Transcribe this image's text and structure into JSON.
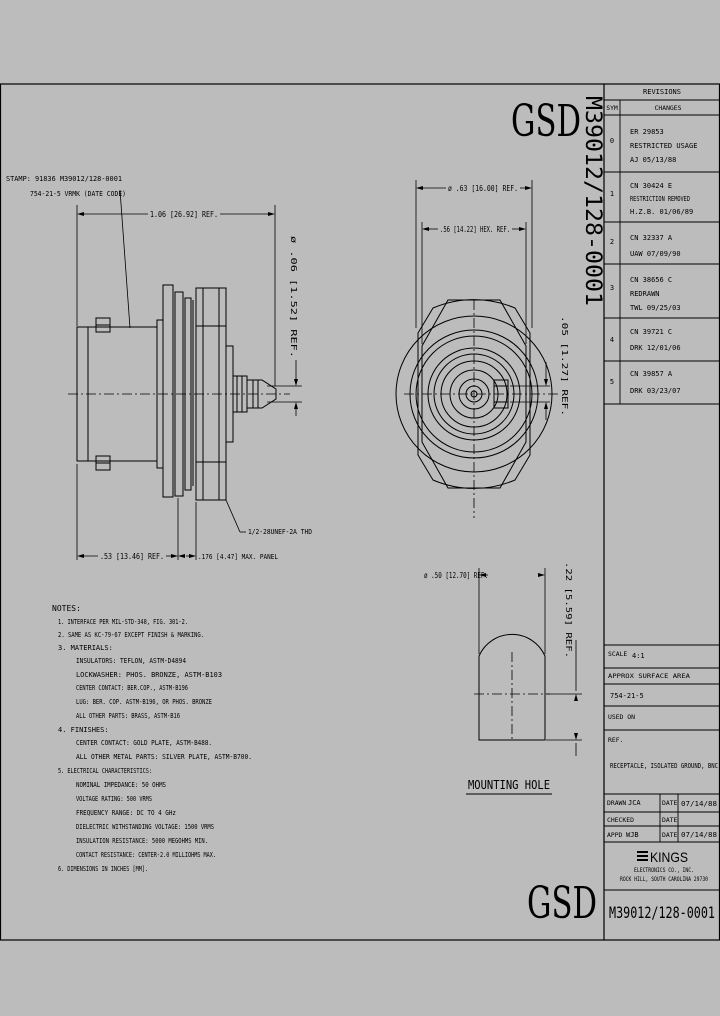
{
  "logo": {
    "top": "GSD",
    "bottom": "GSD"
  },
  "part_number": "M39012/128-0001",
  "stamp": {
    "line1": "STAMP: 91836 M39012/128-0001",
    "line2": "754-21-5 VRMK (DATE CODE)"
  },
  "dims": {
    "length": "1.06 [26.92] REF.",
    "pin_dia": "ø .06 [1.52] REF.",
    "thread": "1/2-28UNEF-2A THD",
    "depth": ".53 [13.46] REF.",
    "panel": ".176 [4.47] MAX. PANEL",
    "flange_dia": "ø .63 [16.00] REF.",
    "hex": ".56 [14.22] HEX. REF.",
    "side": ".05 [1.27] REF.",
    "hole_dia": "ø .50 [12.70] REF.",
    "hole_flat": ".22 [5.59] REF."
  },
  "mounting_hole_label": "MOUNTING HOLE",
  "notes": {
    "title": "NOTES:",
    "lines": [
      "1. INTERFACE PER MIL-STD-348, FIG. 301-2.",
      "2. SAME AS KC-79-67 EXCEPT FINISH & MARKING.",
      "3. MATERIALS:",
      "INSULATORS: TEFLON, ASTM-D4894",
      "LOCKWASHER: PHOS. BRONZE, ASTM-B103",
      "CENTER CONTACT: BER.COP., ASTM-B196",
      "LUG: BER. COP. ASTM-B196, OR PHOS. BRONZE",
      "ALL OTHER PARTS: BRASS, ASTM-B16",
      "4. FINISHES:",
      "CENTER CONTACT: GOLD PLATE, ASTM-B488.",
      "ALL OTHER METAL PARTS: SILVER PLATE, ASTM-B700.",
      "5. ELECTRICAL CHARACTERISTICS:",
      "NOMINAL IMPEDANCE: 50 OHMS",
      "VOLTAGE RATING: 500 VRMS",
      "FREQUENCY RANGE: DC TO 4 GHz",
      "DIELECTRIC WITHSTANDING VOLTAGE: 1500 VRMS",
      "INSULATION RESISTANCE: 5000 MEGOHMS MIN.",
      "CONTACT RESISTANCE: CENTER-2.0 MILLIOHMS MAX.",
      "6. DIMENSIONS IN INCHES [MM]."
    ]
  },
  "revisions": {
    "title": "REVISIONS",
    "col_sym": "SYM",
    "col_changes": "CHANGES",
    "rows": [
      {
        "sym": "0",
        "lines": [
          "ER 29853",
          "RESTRICTED USAGE",
          "AJ 05/13/88"
        ]
      },
      {
        "sym": "1",
        "lines": [
          "CN 30424 E",
          "RESTRICTION REMOVED",
          "H.Z.B. 01/06/89"
        ]
      },
      {
        "sym": "2",
        "lines": [
          "CN 32337 A",
          "UAW 07/09/90"
        ]
      },
      {
        "sym": "3",
        "lines": [
          "CN 38656 C",
          "REDRAWN",
          "TWL 09/25/03"
        ]
      },
      {
        "sym": "4",
        "lines": [
          "CN 39721 C",
          "DRK 12/01/06"
        ]
      },
      {
        "sym": "5",
        "lines": [
          "CN 39857 A",
          "DRK 03/23/07"
        ]
      }
    ]
  },
  "title_block": {
    "scale_label": "SCALE",
    "scale": "4:1",
    "approx_label": "APPROX SURFACE AREA",
    "ref_part": "754-21-5",
    "used_on": "USED ON",
    "ref_label": "REF.",
    "title": "RECEPTACLE, ISOLATED GROUND, BNC",
    "drawn_label": "DRAWN",
    "drawn": "JCA",
    "checked_label": "CHECKED",
    "appd_label": "APPD",
    "appd": "WJB",
    "date_label": "DATE",
    "date1": "07/14/88",
    "date3": "07/14/88",
    "company": "KINGS",
    "company_sub1": "ELECTRONICS CO., INC.",
    "company_sub2": "ROCK HILL, SOUTH CAROLINA 29730"
  }
}
